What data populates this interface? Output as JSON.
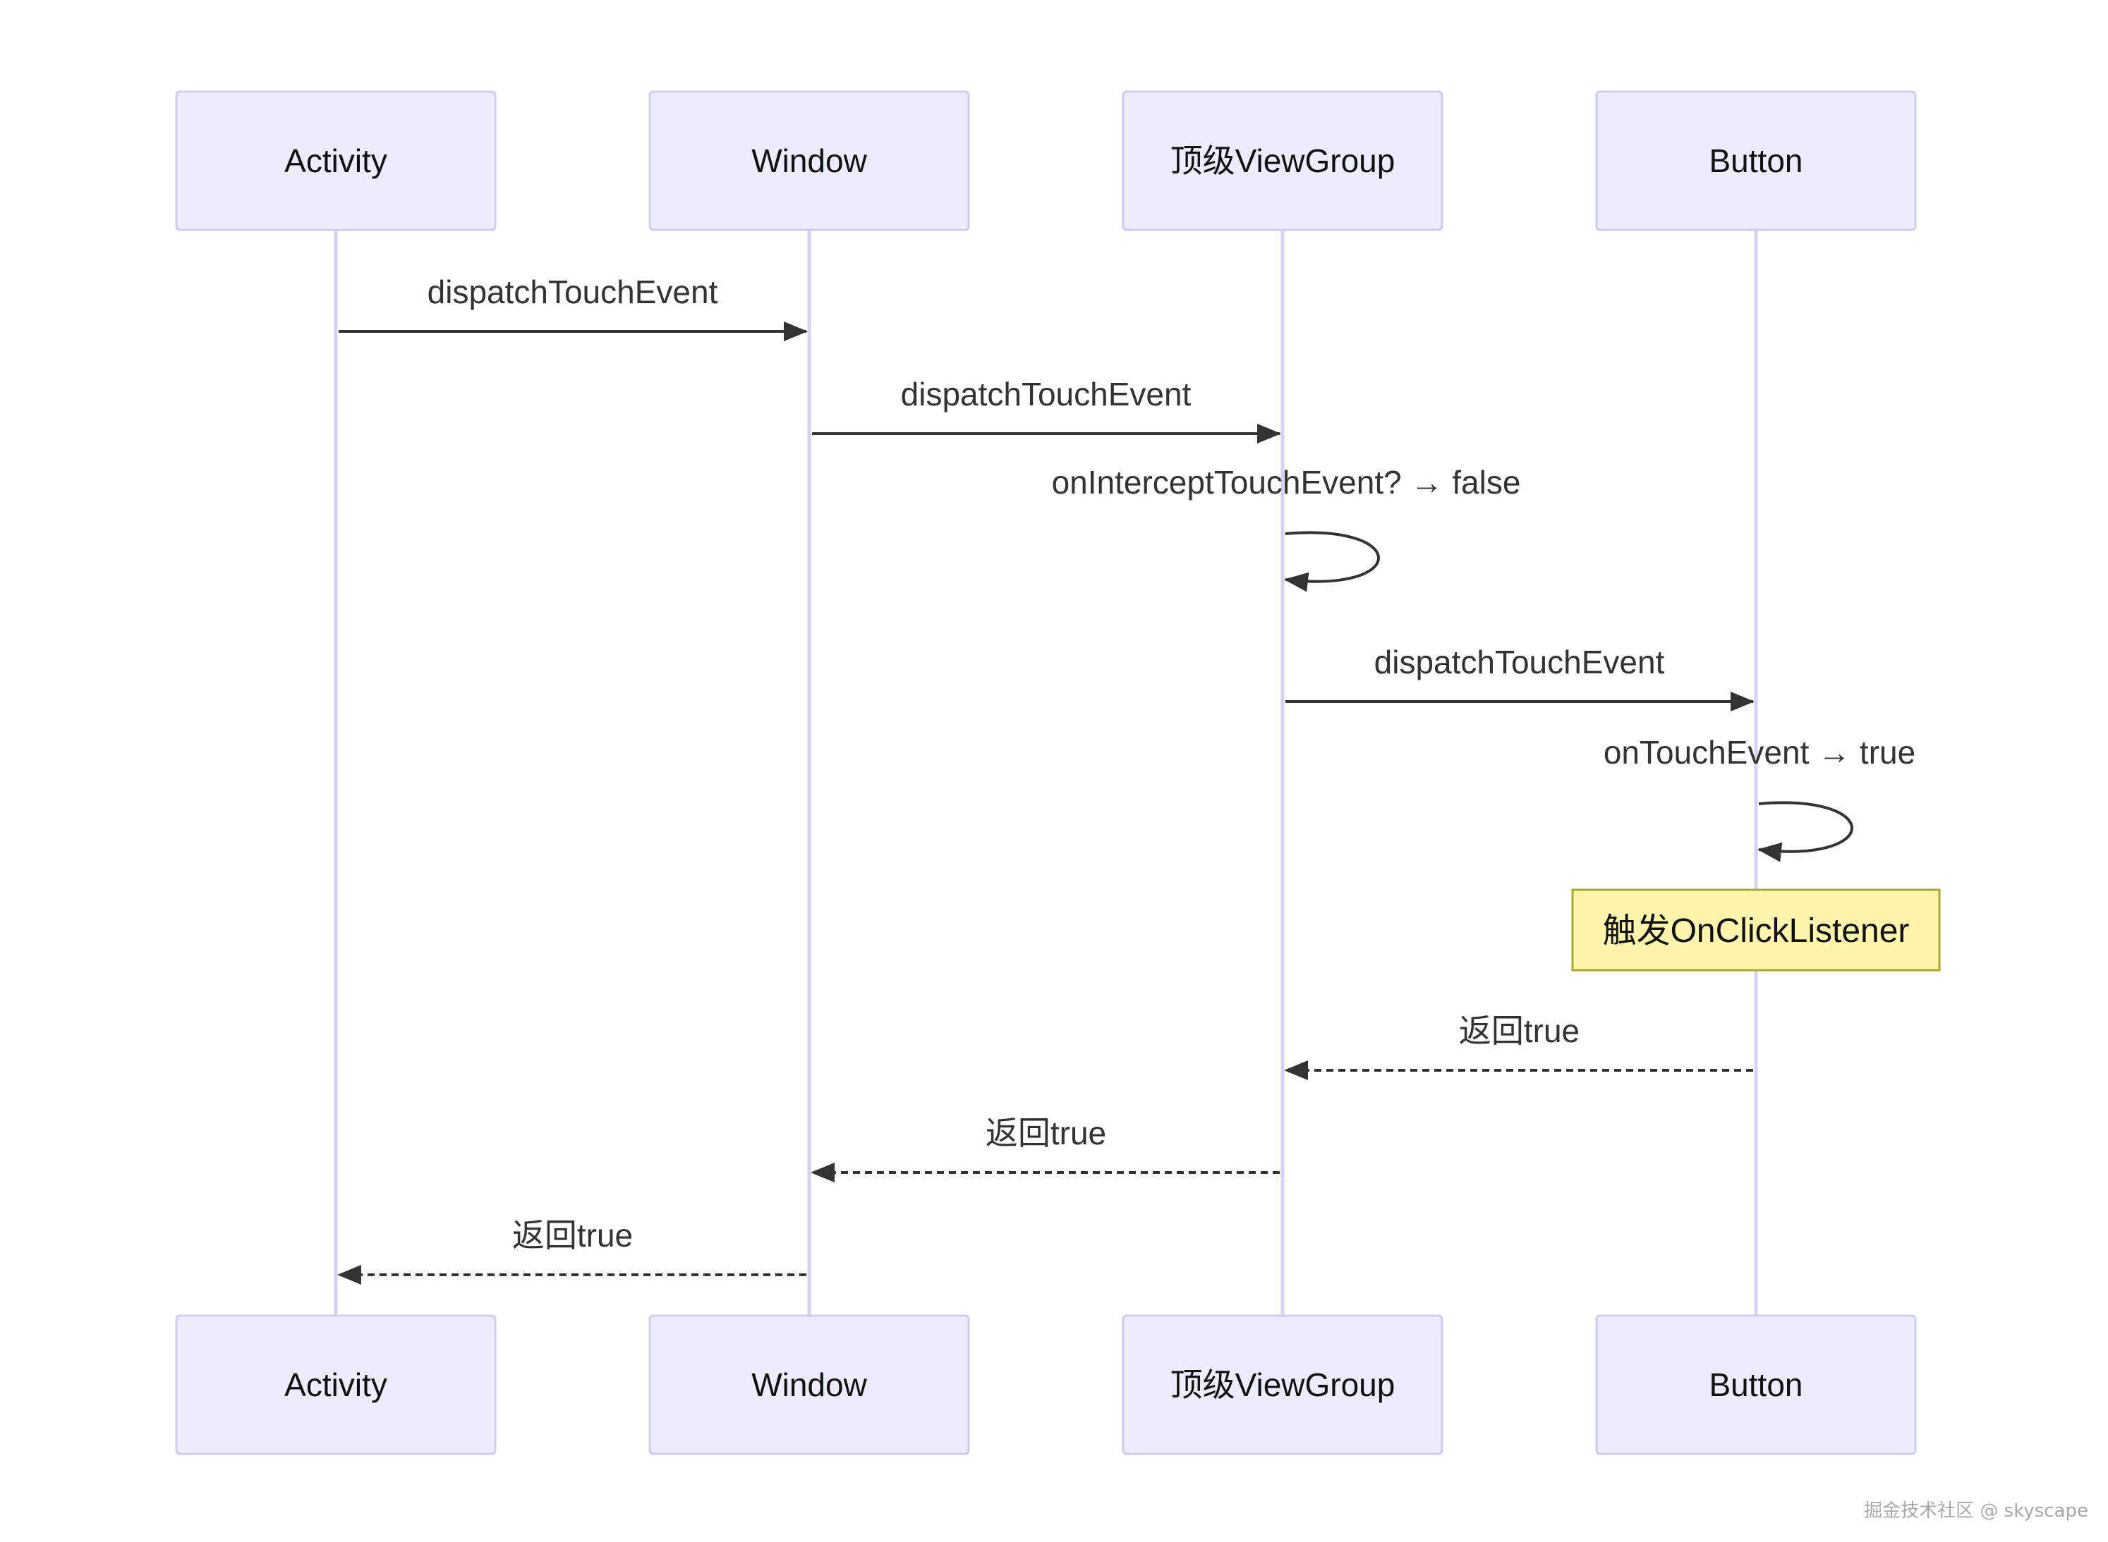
{
  "diagram": {
    "participants": [
      {
        "id": "activity",
        "label": "Activity"
      },
      {
        "id": "window",
        "label": "Window"
      },
      {
        "id": "viewgroup",
        "label": "顶级ViewGroup"
      },
      {
        "id": "button",
        "label": "Button"
      }
    ],
    "messages": [
      {
        "from": 0,
        "to": 1,
        "label": "dispatchTouchEvent",
        "style": "solid"
      },
      {
        "from": 1,
        "to": 2,
        "label": "dispatchTouchEvent",
        "style": "solid"
      },
      {
        "from": 2,
        "to": 2,
        "label": "onInterceptTouchEvent? → false",
        "style": "self"
      },
      {
        "from": 2,
        "to": 3,
        "label": "dispatchTouchEvent",
        "style": "solid"
      },
      {
        "from": 3,
        "to": 3,
        "label": "onTouchEvent → true",
        "style": "self"
      },
      {
        "from": 3,
        "to": 2,
        "label": "返回true",
        "style": "dashed"
      },
      {
        "from": 2,
        "to": 1,
        "label": "返回true",
        "style": "dashed"
      },
      {
        "from": 1,
        "to": 0,
        "label": "返回true",
        "style": "dashed"
      }
    ],
    "note": {
      "over": 3,
      "label": "触发OnClickListener"
    },
    "colors": {
      "actor_fill": "#ECECFF",
      "actor_border": "#CCCCEE",
      "lifeline": "#D6D3F0",
      "arrow": "#333333",
      "text": "#333333",
      "note_fill": "#FFF5AD",
      "note_border": "#AAAA33"
    }
  },
  "watermark": "掘金技术社区 @ skyscape"
}
